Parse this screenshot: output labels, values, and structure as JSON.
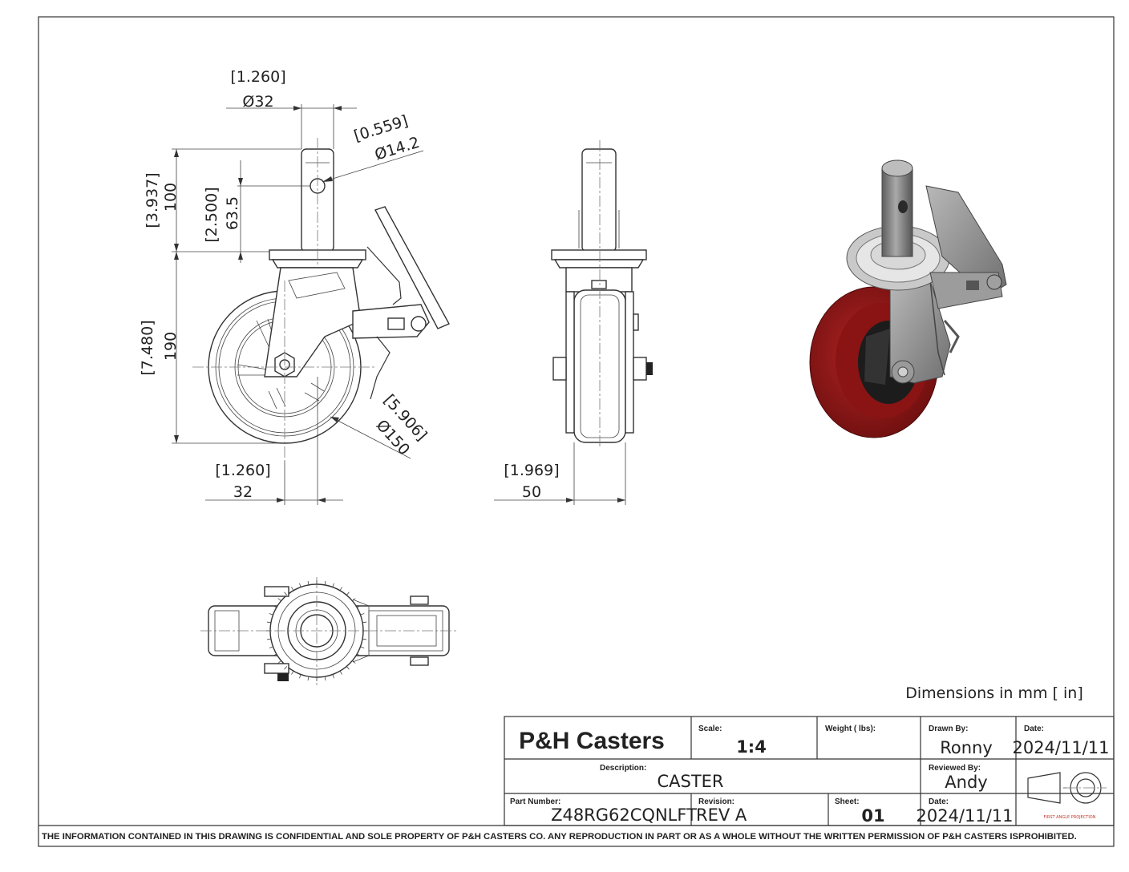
{
  "dimensions": {
    "stem_dia_in": "[1.260]",
    "stem_dia_mm": "Ø32",
    "hole_dia_in": "[0.559]",
    "hole_dia_mm": "Ø14.2",
    "stem_len_in": "[3.937]",
    "stem_len_mm": "100",
    "hole_pos_in": "[2.500]",
    "hole_pos_mm": "63.5",
    "height_in": "[7.480]",
    "height_mm": "190",
    "wheel_dia_in": "[5.906]",
    "wheel_dia_mm": "Ø150",
    "offset_in": "[1.260]",
    "offset_mm": "32",
    "width_in": "[1.969]",
    "width_mm": "50"
  },
  "units_note": "Dimensions in mm [ in]",
  "title_block": {
    "company": "P&H Casters",
    "scale_label": "Scale:",
    "scale_value": "1:4",
    "weight_label": "Weight ( lbs):",
    "weight_value": "",
    "drawn_by_label": "Drawn By:",
    "drawn_by_value": "Ronny",
    "date1_label": "Date:",
    "date1_value": "2024/11/11",
    "description_label": "Description:",
    "description_value": "CASTER",
    "reviewed_by_label": "Reviewed By:",
    "reviewed_by_value": "Andy",
    "part_number_label": "Part Number:",
    "part_number_value": "Z48RG62CQNLFT",
    "revision_label": "Revision:",
    "revision_value": "REV A",
    "sheet_label": "Sheet:",
    "sheet_value": "01",
    "date2_label": "Date:",
    "date2_value": "2024/11/11",
    "projection_label": "FIRST ANGLE PROJECTION"
  },
  "disclaimer": "THE INFORMATION CONTAINED IN THIS DRAWING IS CONFIDENTIAL AND SOLE PROPERTY OF P&H CASTERS CO.  ANY REPRODUCTION IN PART OR AS A WHOLE WITHOUT THE WRITTEN PERMISSION OF P&H CASTERS ISPROHIBITED.",
  "colors": {
    "wheel_tread": "#9e1a1a",
    "wheel_tread_dark": "#6e0f0f",
    "hub": "#1c1c1c",
    "steel": "#8e8e8e",
    "projection_text": "#c0392b"
  }
}
